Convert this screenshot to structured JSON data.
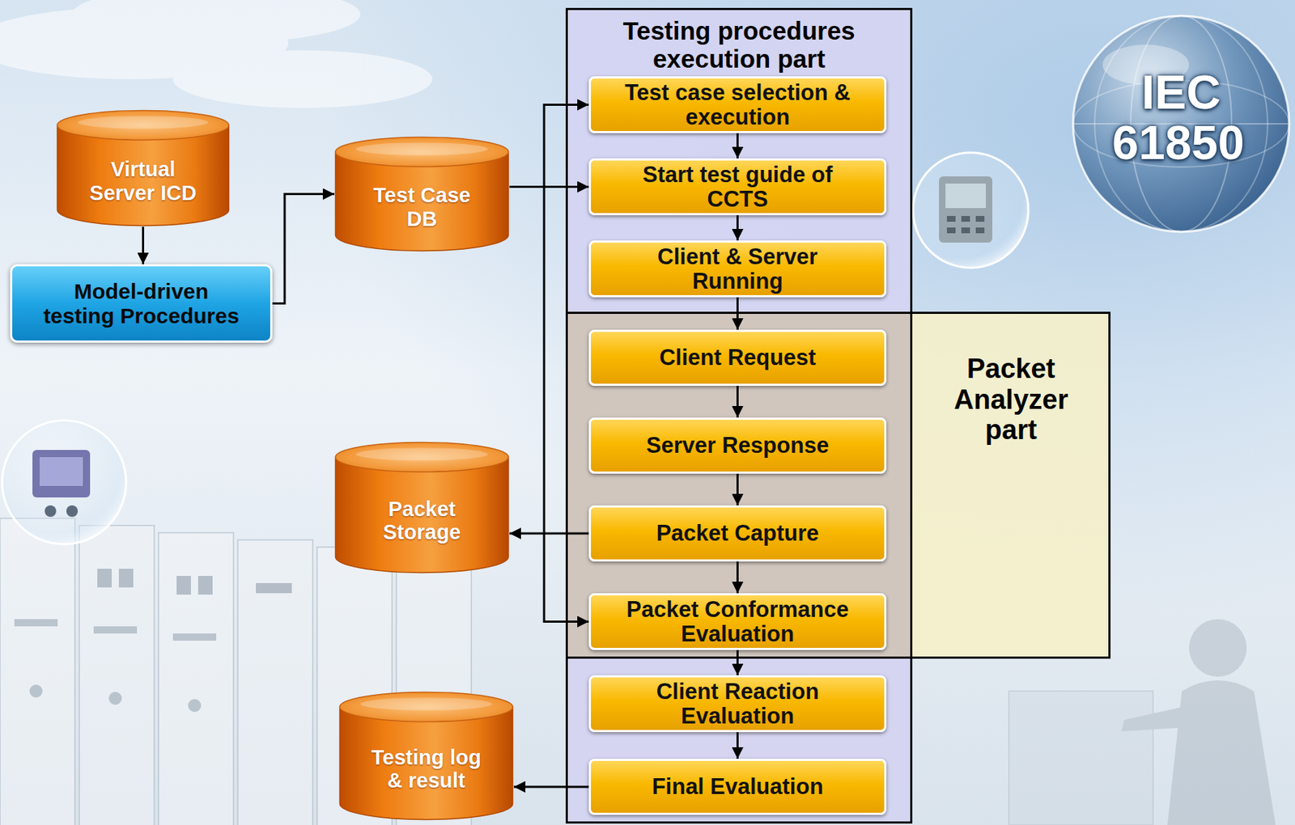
{
  "diagram": {
    "nodes": [
      {
        "text": [
          "Virtual Server ICD"
        ]
      },
      {
        "text": [
          "Model-driven testing Procedures"
        ]
      },
      {
        "text": [
          "Test Case DB"
        ]
      },
      {
        "text": [
          "Testing procedures execution part"
        ]
      },
      {
        "text": [
          "Test case selection & execution"
        ],
        "in": 3
      },
      {
        "text": [
          "Start test guide of CCTS"
        ],
        "in": 3
      },
      {
        "text": [
          "Client & Server Running"
        ],
        "in": 3
      },
      {
        "text": [
          "Packet Analyzer part"
        ]
      },
      {
        "text": [
          "Client Request"
        ],
        "in": 7
      },
      {
        "text": [
          "Server Response"
        ],
        "in": 7
      },
      {
        "text": [
          "Packet Capture"
        ],
        "in": 7
      },
      {
        "text": [
          "Packet Conformance Evaluation"
        ],
        "in": 7
      },
      {
        "text": [
          "Client Reaction Evaluation"
        ],
        "in": 3
      },
      {
        "text": [
          "Final Evaluation"
        ],
        "in": 3
      },
      {
        "text": [
          "Packet Storage"
        ]
      },
      {
        "text": [
          "Testing log & result"
        ]
      }
    ],
    "edges": [
      {
        "from": 0,
        "to": 1,
        "arrow": "to"
      },
      {
        "from": 1,
        "to": 2,
        "arrow": "to"
      },
      {
        "from": 2,
        "to": 4,
        "arrow": "to"
      },
      {
        "from": 2,
        "to": 5,
        "arrow": "to"
      },
      {
        "from": 2,
        "to": 11,
        "arrow": "to"
      },
      {
        "from": 4,
        "to": 5,
        "arrow": "to"
      },
      {
        "from": 5,
        "to": 6,
        "arrow": "to"
      },
      {
        "from": 6,
        "to": 8,
        "arrow": "to"
      },
      {
        "from": 8,
        "to": 9,
        "arrow": "to"
      },
      {
        "from": 9,
        "to": 10,
        "arrow": "to"
      },
      {
        "from": 10,
        "to": 11,
        "arrow": "to"
      },
      {
        "from": 11,
        "to": 12,
        "arrow": "to"
      },
      {
        "from": 12,
        "to": 13,
        "arrow": "to"
      },
      {
        "from": 10,
        "to": 14,
        "arrow": "to"
      },
      {
        "from": 13,
        "to": 15,
        "arrow": "to"
      }
    ],
    "labels": [
      "IEC",
      "61850"
    ]
  }
}
